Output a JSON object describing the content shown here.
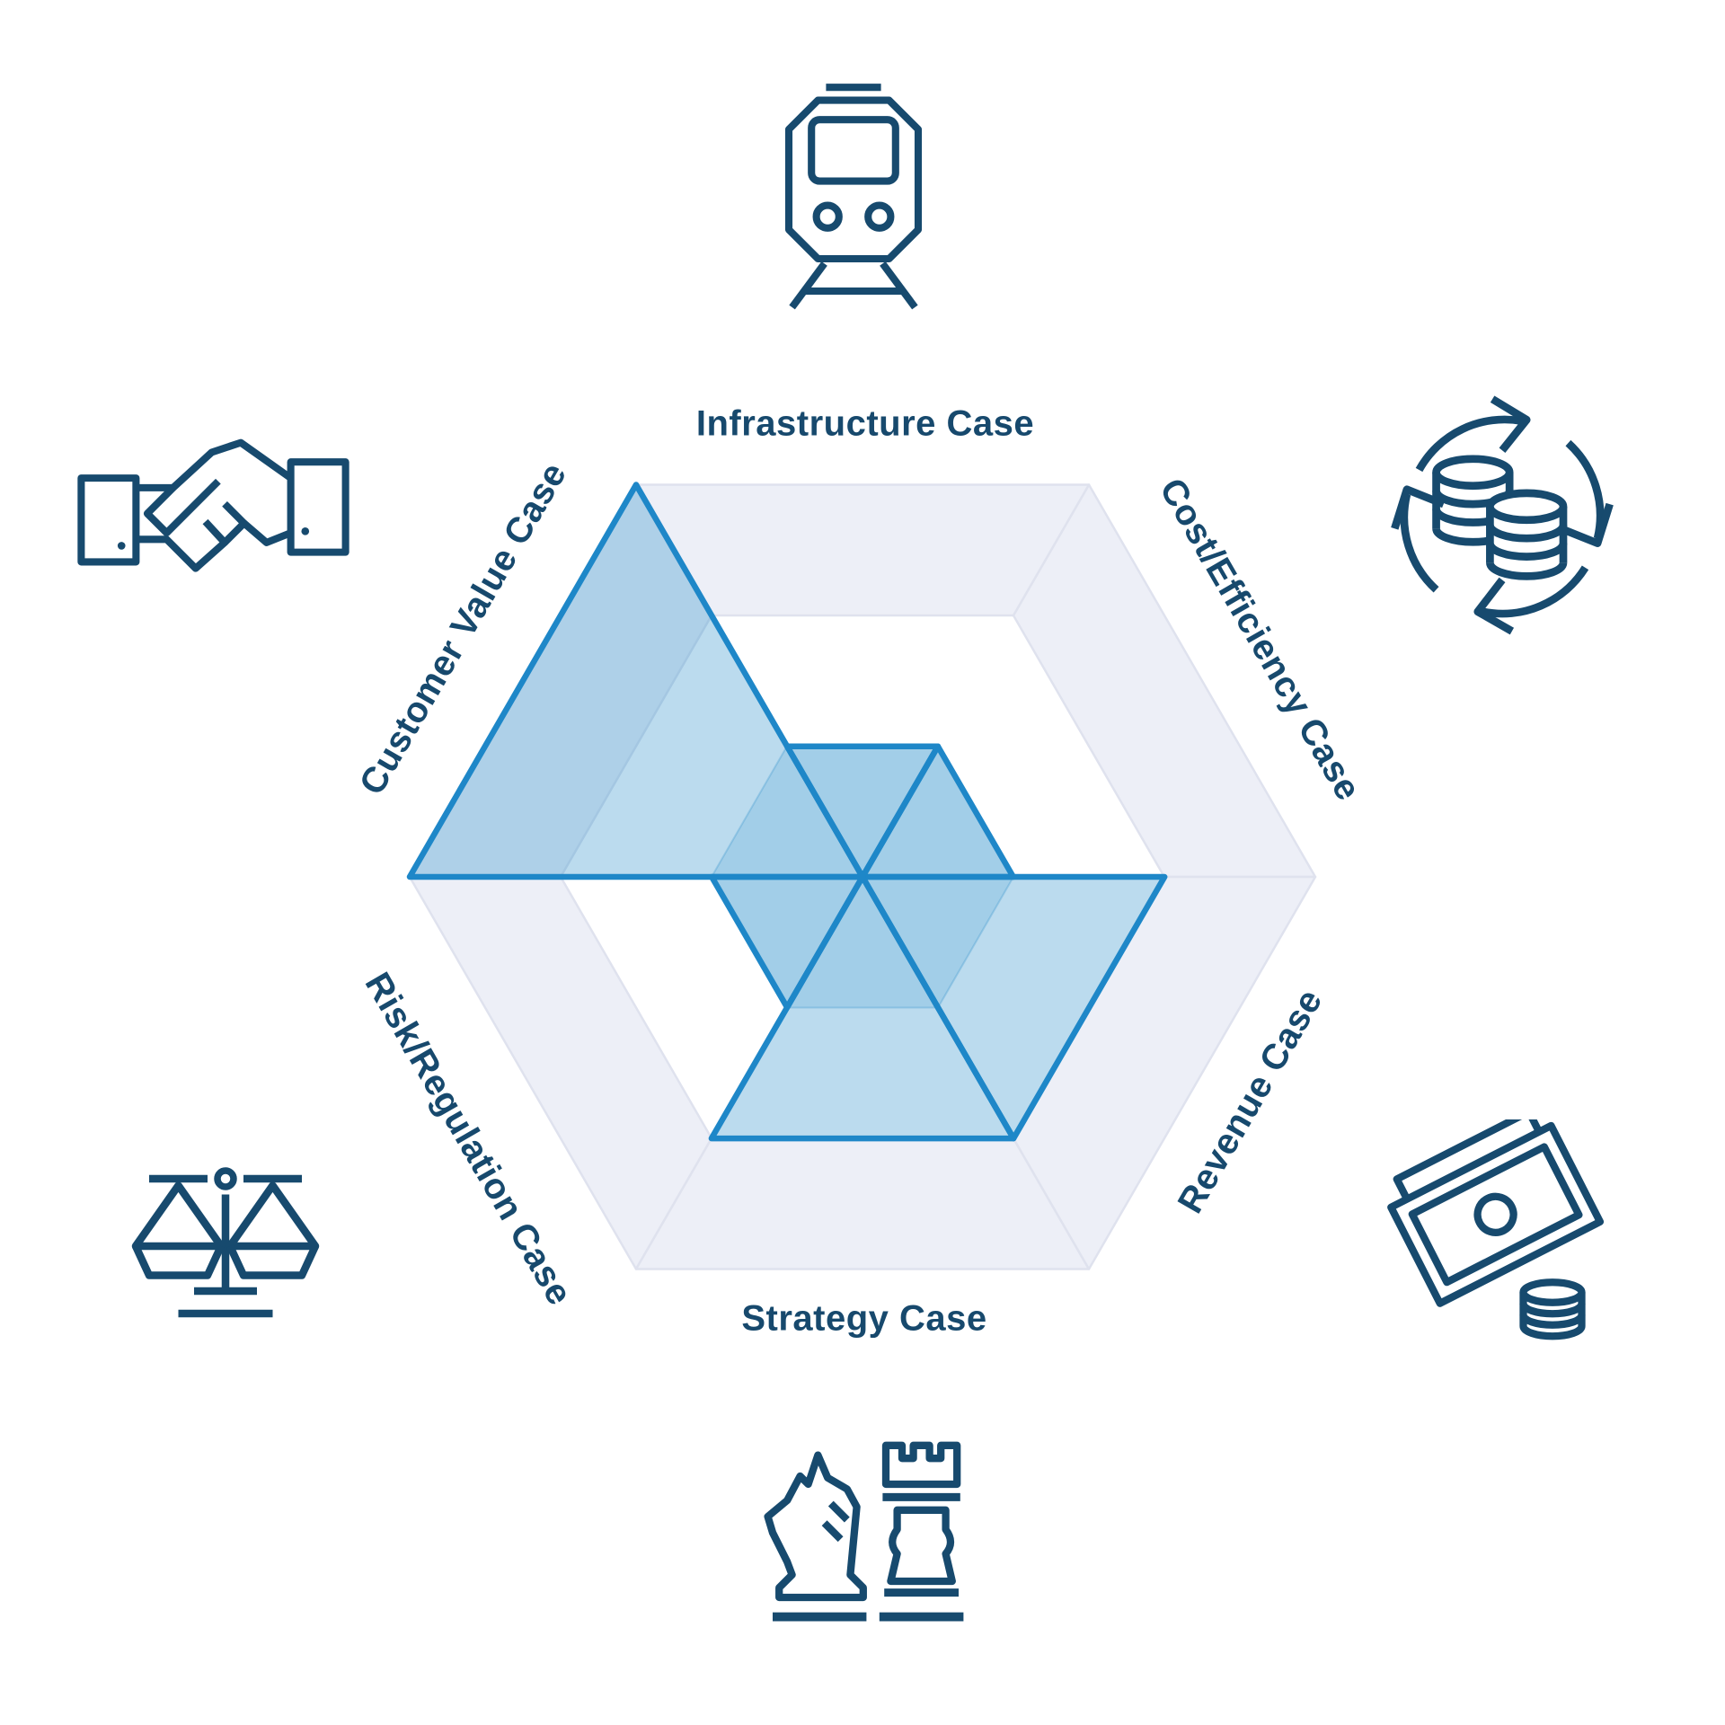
{
  "page": {
    "background": "#ffffff"
  },
  "diagram": {
    "type": "hexagonal-radar-business-case",
    "colors": {
      "accent_blue": "#1e87c8",
      "wedge_fill_light": "#b7d4ee",
      "wedge_fill_overlap": "#9ec5e8",
      "ring_fill": "#edeff7",
      "ring_stroke": "#dfe2ee",
      "text_navy": "#17496d",
      "icon_navy": "#174a6e"
    },
    "sectors": [
      {
        "id": "infrastructure",
        "label": "Infrastructure Case",
        "icon": "train-icon",
        "value": 0.333
      },
      {
        "id": "cost-efficiency",
        "label": "Cost/Efficiency Case",
        "icon": "coins-cycle-icon",
        "value": 0.333
      },
      {
        "id": "revenue",
        "label": "Revenue Case",
        "icon": "banknote-coins-icon",
        "value": 0.667
      },
      {
        "id": "strategy",
        "label": "Strategy Case",
        "icon": "chess-pieces-icon",
        "value": 0.667
      },
      {
        "id": "risk-regulation",
        "label": "Risk/Regulation Case",
        "icon": "scales-icon",
        "value": 0.333
      },
      {
        "id": "customer-value",
        "label": "Customer Value Case",
        "icon": "handshake-icon",
        "value": 1.0
      }
    ]
  },
  "chart_data": {
    "type": "radar",
    "categories": [
      "Infrastructure Case",
      "Cost/Efficiency Case",
      "Revenue Case",
      "Strategy Case",
      "Risk/Regulation Case",
      "Customer Value Case"
    ],
    "values": [
      0.333,
      0.333,
      0.667,
      0.667,
      0.333,
      1.0
    ],
    "value_scale": "fraction of full hexagon radius (levels at 1/3, 2/3, 1)",
    "title": "",
    "legend": false,
    "grid": "outer hexagonal ring between radius 2/3 and 1; translucent base hexagon at radius 1/3; filled sector wedges per dimension"
  }
}
